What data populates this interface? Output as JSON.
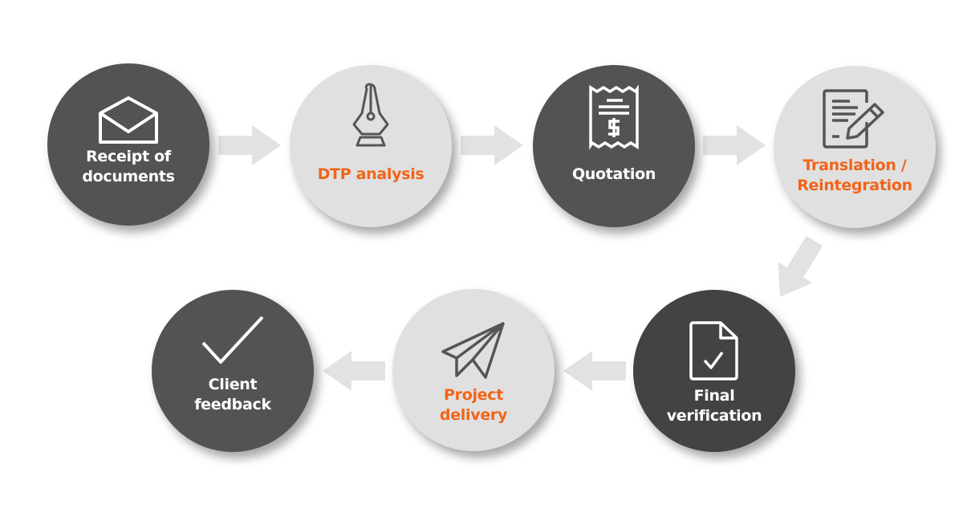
{
  "colors": {
    "dark": "#535353",
    "darker": "#434343",
    "light": "#e0e0e0",
    "accent": "#f26418",
    "arrow": "#e2e2e2"
  },
  "steps": [
    {
      "label_1": "Receipt of",
      "label_2": "documents",
      "icon": "envelope-icon"
    },
    {
      "label_1": "DTP analysis",
      "label_2": "",
      "icon": "pen-nib-icon"
    },
    {
      "label_1": "Quotation",
      "label_2": "",
      "icon": "receipt-dollar-icon"
    },
    {
      "label_1": "Translation /",
      "label_2": "Reintegration",
      "icon": "document-edit-icon"
    },
    {
      "label_1": "Final",
      "label_2": "verification",
      "icon": "document-check-icon"
    },
    {
      "label_1": "Project",
      "label_2": "delivery",
      "icon": "paper-plane-icon"
    },
    {
      "label_1": "Client",
      "label_2": "feedback",
      "icon": "checkmark-icon"
    }
  ]
}
